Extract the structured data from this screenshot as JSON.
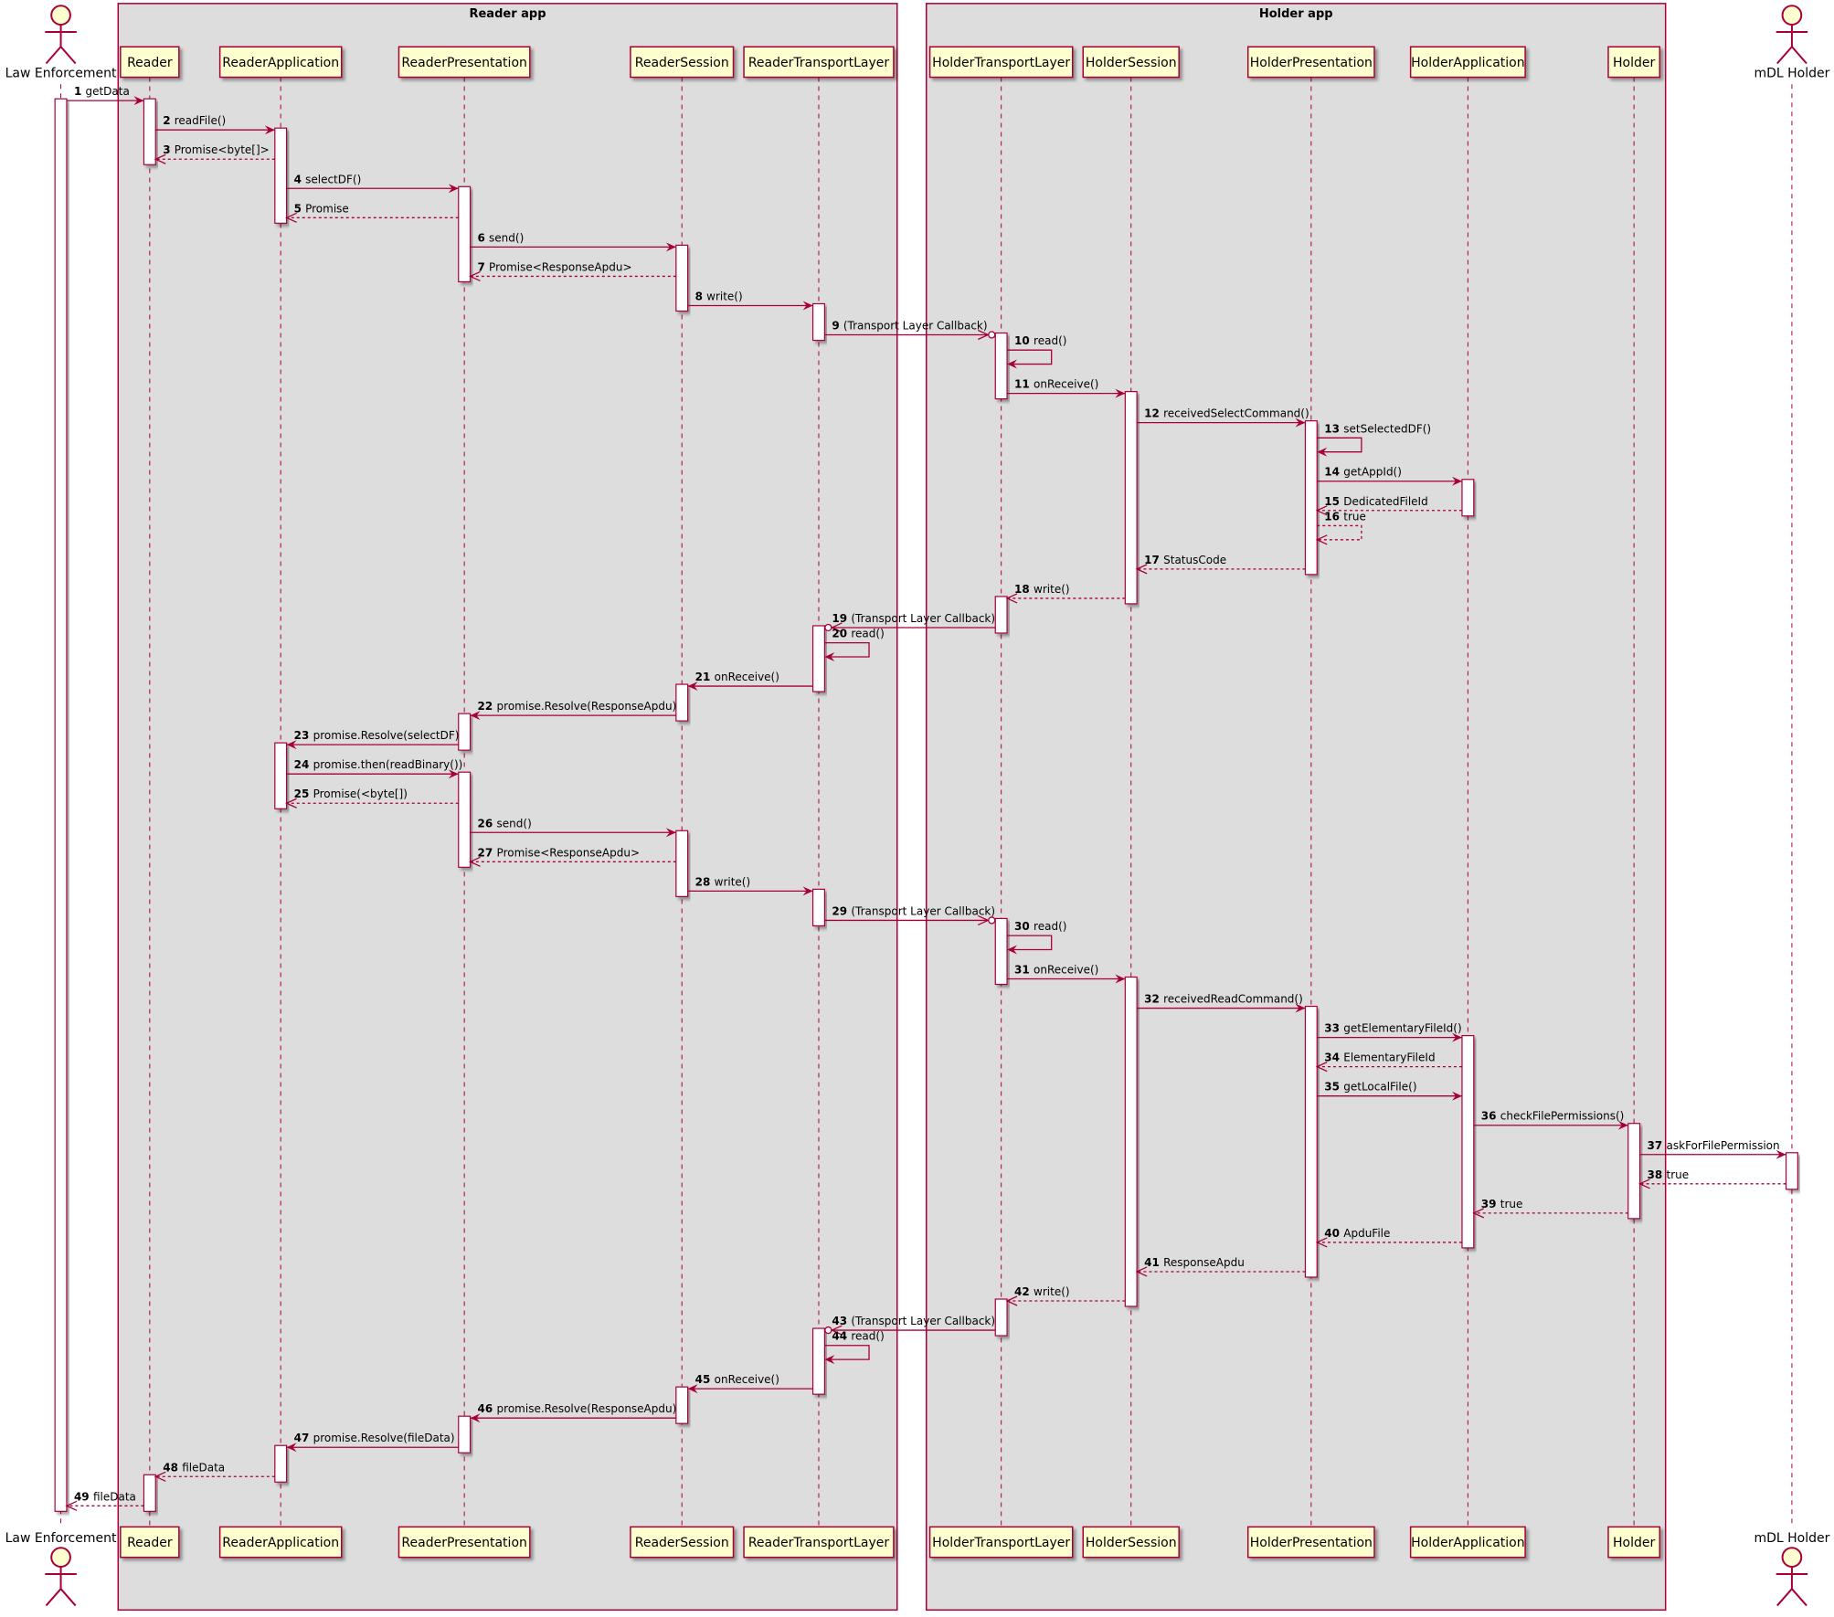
{
  "boxes": [
    {
      "id": "reader-app",
      "title": "Reader app"
    },
    {
      "id": "holder-app",
      "title": "Holder app"
    }
  ],
  "participants": [
    {
      "id": "le",
      "label": "Law Enforcement",
      "kind": "actor"
    },
    {
      "id": "r",
      "label": "Reader",
      "kind": "participant"
    },
    {
      "id": "ra",
      "label": "ReaderApplication",
      "kind": "participant"
    },
    {
      "id": "rp",
      "label": "ReaderPresentation",
      "kind": "participant"
    },
    {
      "id": "rs",
      "label": "ReaderSession",
      "kind": "participant"
    },
    {
      "id": "rt",
      "label": "ReaderTransportLayer",
      "kind": "participant"
    },
    {
      "id": "ht",
      "label": "HolderTransportLayer",
      "kind": "participant"
    },
    {
      "id": "hs",
      "label": "HolderSession",
      "kind": "participant"
    },
    {
      "id": "hp",
      "label": "HolderPresentation",
      "kind": "participant"
    },
    {
      "id": "ha",
      "label": "HolderApplication",
      "kind": "participant"
    },
    {
      "id": "h",
      "label": "Holder",
      "kind": "participant"
    },
    {
      "id": "mh",
      "label": "mDL Holder",
      "kind": "actor"
    }
  ],
  "messages": [
    {
      "n": "1",
      "label": "getData",
      "from": "le",
      "to": "r",
      "style": "solid"
    },
    {
      "n": "2",
      "label": "readFile()",
      "from": "r",
      "to": "ra",
      "style": "solid"
    },
    {
      "n": "3",
      "label": "Promise<byte[]>",
      "from": "ra",
      "to": "r",
      "style": "dashed"
    },
    {
      "n": "4",
      "label": "selectDF()",
      "from": "ra",
      "to": "rp",
      "style": "solid"
    },
    {
      "n": "5",
      "label": "Promise",
      "from": "rp",
      "to": "ra",
      "style": "dashed"
    },
    {
      "n": "6",
      "label": "send()",
      "from": "rp",
      "to": "rs",
      "style": "solid"
    },
    {
      "n": "7",
      "label": "Promise<ResponseApdu>",
      "from": "rs",
      "to": "rp",
      "style": "dashed"
    },
    {
      "n": "8",
      "label": "write()",
      "from": "rs",
      "to": "rt",
      "style": "solid"
    },
    {
      "n": "9",
      "label": "(Transport Layer Callback)",
      "from": "rt",
      "to": "ht",
      "style": "async"
    },
    {
      "n": "10",
      "label": "read()",
      "from": "ht",
      "to": "ht",
      "style": "self"
    },
    {
      "n": "11",
      "label": "onReceive()",
      "from": "ht",
      "to": "hs",
      "style": "solid"
    },
    {
      "n": "12",
      "label": "receivedSelectCommand()",
      "from": "hs",
      "to": "hp",
      "style": "solid"
    },
    {
      "n": "13",
      "label": "setSelectedDF()",
      "from": "hp",
      "to": "hp",
      "style": "self"
    },
    {
      "n": "14",
      "label": "getAppId()",
      "from": "hp",
      "to": "ha",
      "style": "solid"
    },
    {
      "n": "15",
      "label": "DedicatedFileId",
      "from": "ha",
      "to": "hp",
      "style": "dashed"
    },
    {
      "n": "16",
      "label": "true",
      "from": "hp",
      "to": "hp",
      "style": "selfdashed"
    },
    {
      "n": "17",
      "label": "StatusCode",
      "from": "hp",
      "to": "hs",
      "style": "dashed"
    },
    {
      "n": "18",
      "label": "write()",
      "from": "hs",
      "to": "ht",
      "style": "dashed"
    },
    {
      "n": "19",
      "label": "(Transport Layer Callback)",
      "from": "ht",
      "to": "rt",
      "style": "async"
    },
    {
      "n": "20",
      "label": "read()",
      "from": "rt",
      "to": "rt",
      "style": "self"
    },
    {
      "n": "21",
      "label": "onReceive()",
      "from": "rt",
      "to": "rs",
      "style": "solid"
    },
    {
      "n": "22",
      "label": "promise.Resolve(ResponseApdu)",
      "from": "rs",
      "to": "rp",
      "style": "solid"
    },
    {
      "n": "23",
      "label": "promise.Resolve(selectDF)",
      "from": "rp",
      "to": "ra",
      "style": "solid"
    },
    {
      "n": "24",
      "label": "promise.then(readBinary())",
      "from": "ra",
      "to": "rp",
      "style": "solid"
    },
    {
      "n": "25",
      "label": "Promise(<byte[])",
      "from": "rp",
      "to": "ra",
      "style": "dashed"
    },
    {
      "n": "26",
      "label": "send()",
      "from": "rp",
      "to": "rs",
      "style": "solid"
    },
    {
      "n": "27",
      "label": "Promise<ResponseApdu>",
      "from": "rs",
      "to": "rp",
      "style": "dashed"
    },
    {
      "n": "28",
      "label": "write()",
      "from": "rs",
      "to": "rt",
      "style": "solid"
    },
    {
      "n": "29",
      "label": "(Transport Layer Callback)",
      "from": "rt",
      "to": "ht",
      "style": "async"
    },
    {
      "n": "30",
      "label": "read()",
      "from": "ht",
      "to": "ht",
      "style": "self"
    },
    {
      "n": "31",
      "label": "onReceive()",
      "from": "ht",
      "to": "hs",
      "style": "solid"
    },
    {
      "n": "32",
      "label": "receivedReadCommand()",
      "from": "hs",
      "to": "hp",
      "style": "solid"
    },
    {
      "n": "33",
      "label": "getElementaryFileId()",
      "from": "hp",
      "to": "ha",
      "style": "solid"
    },
    {
      "n": "34",
      "label": "ElementaryFileId",
      "from": "ha",
      "to": "hp",
      "style": "dashed"
    },
    {
      "n": "35",
      "label": "getLocalFile()",
      "from": "hp",
      "to": "ha",
      "style": "solid"
    },
    {
      "n": "36",
      "label": "checkFilePermissions()",
      "from": "ha",
      "to": "h",
      "style": "solid"
    },
    {
      "n": "37",
      "label": "askForFilePermission",
      "from": "h",
      "to": "mh",
      "style": "solid"
    },
    {
      "n": "38",
      "label": "true",
      "from": "mh",
      "to": "h",
      "style": "dashed"
    },
    {
      "n": "39",
      "label": "true",
      "from": "h",
      "to": "ha",
      "style": "dashed"
    },
    {
      "n": "40",
      "label": "ApduFile",
      "from": "ha",
      "to": "hp",
      "style": "dashed"
    },
    {
      "n": "41",
      "label": "ResponseApdu",
      "from": "hp",
      "to": "hs",
      "style": "dashed"
    },
    {
      "n": "42",
      "label": "write()",
      "from": "hs",
      "to": "ht",
      "style": "dashed"
    },
    {
      "n": "43",
      "label": "(Transport Layer Callback)",
      "from": "ht",
      "to": "rt",
      "style": "async"
    },
    {
      "n": "44",
      "label": "read()",
      "from": "rt",
      "to": "rt",
      "style": "self"
    },
    {
      "n": "45",
      "label": "onReceive()",
      "from": "rt",
      "to": "rs",
      "style": "solid"
    },
    {
      "n": "46",
      "label": "promise.Resolve(ResponseApdu)",
      "from": "rs",
      "to": "rp",
      "style": "solid"
    },
    {
      "n": "47",
      "label": "promise.Resolve(fileData)",
      "from": "rp",
      "to": "ra",
      "style": "solid"
    },
    {
      "n": "48",
      "label": "fileData",
      "from": "ra",
      "to": "r",
      "style": "dashed"
    },
    {
      "n": "49",
      "label": "fileData",
      "from": "r",
      "to": "le",
      "style": "dashed"
    }
  ],
  "activations": [
    {
      "p": "le",
      "from": "1",
      "to": "49"
    },
    {
      "p": "r",
      "from": "1",
      "to": "3"
    },
    {
      "p": "ra",
      "from": "2",
      "to": "5"
    },
    {
      "p": "rp",
      "from": "4",
      "to": "7"
    },
    {
      "p": "rs",
      "from": "6",
      "to": "8"
    },
    {
      "p": "rt",
      "from": "8",
      "to": "9"
    },
    {
      "p": "ht",
      "from": "9",
      "to": "11"
    },
    {
      "p": "hs",
      "from": "11",
      "to": "18"
    },
    {
      "p": "hp",
      "from": "12",
      "to": "17"
    },
    {
      "p": "ha",
      "from": "14",
      "to": "15"
    },
    {
      "p": "ht",
      "from": "18",
      "to": "19"
    },
    {
      "p": "rt",
      "from": "19",
      "to": "21"
    },
    {
      "p": "rs",
      "from": "21",
      "to": "22"
    },
    {
      "p": "rp",
      "from": "22",
      "to": "23"
    },
    {
      "p": "ra",
      "from": "23",
      "to": "25"
    },
    {
      "p": "rp",
      "from": "24",
      "to": "27"
    },
    {
      "p": "rs",
      "from": "26",
      "to": "28"
    },
    {
      "p": "rt",
      "from": "28",
      "to": "29"
    },
    {
      "p": "ht",
      "from": "29",
      "to": "31"
    },
    {
      "p": "hs",
      "from": "31",
      "to": "42"
    },
    {
      "p": "hp",
      "from": "32",
      "to": "41"
    },
    {
      "p": "ha",
      "from": "33",
      "to": "40"
    },
    {
      "p": "h",
      "from": "36",
      "to": "39"
    },
    {
      "p": "mh",
      "from": "37",
      "to": "38"
    },
    {
      "p": "ht",
      "from": "42",
      "to": "43"
    },
    {
      "p": "rt",
      "from": "43",
      "to": "45"
    },
    {
      "p": "rs",
      "from": "45",
      "to": "46"
    },
    {
      "p": "rp",
      "from": "46",
      "to": "47"
    },
    {
      "p": "ra",
      "from": "47",
      "to": "48"
    },
    {
      "p": "r",
      "from": "48",
      "to": "49"
    }
  ]
}
